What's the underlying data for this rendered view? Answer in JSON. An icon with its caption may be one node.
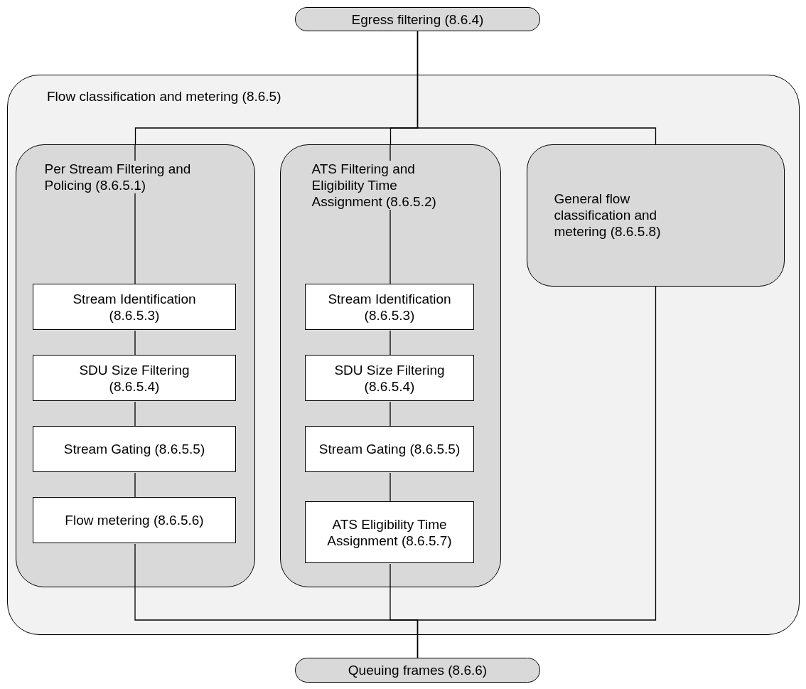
{
  "diagram": {
    "nodes": [
      {
        "text": [
          "Egress filtering (8.6.4)"
        ]
      },
      {
        "text": [
          "Flow classification and metering (8.6.5)"
        ]
      },
      {
        "text": [
          "Per Stream Filtering and Policing (8.6.5.1)"
        ],
        "in": 1
      },
      {
        "text": [
          "Stream Identification (8.6.5.3)"
        ],
        "in": 2
      },
      {
        "text": [
          "SDU Size Filtering (8.6.5.4)"
        ],
        "in": 2
      },
      {
        "text": [
          "Stream Gating (8.6.5.5)"
        ],
        "in": 2
      },
      {
        "text": [
          "Flow metering (8.6.5.6)"
        ],
        "in": 2
      },
      {
        "text": [
          "ATS Filtering and Eligibility Time Assignment (8.6.5.2)"
        ],
        "in": 1
      },
      {
        "text": [
          "Stream Identification (8.6.5.3)"
        ],
        "in": 7
      },
      {
        "text": [
          "SDU Size Filtering (8.6.5.4)"
        ],
        "in": 7
      },
      {
        "text": [
          "Stream Gating (8.6.5.5)"
        ],
        "in": 7
      },
      {
        "text": [
          "ATS Eligibility Time Assignment (8.6.5.7)"
        ],
        "in": 7
      },
      {
        "text": [
          "General flow classification and metering (8.6.5.8)"
        ],
        "in": 1
      },
      {
        "text": [
          "Queuing frames (8.6.6)"
        ]
      }
    ],
    "edges": [
      {
        "from": 0,
        "to": 2,
        "arrow": "none"
      },
      {
        "from": 0,
        "to": 7,
        "arrow": "none"
      },
      {
        "from": 0,
        "to": 12,
        "arrow": "none"
      },
      {
        "from": 2,
        "to": 3,
        "arrow": "none"
      },
      {
        "from": 3,
        "to": 4,
        "arrow": "none"
      },
      {
        "from": 4,
        "to": 5,
        "arrow": "none"
      },
      {
        "from": 5,
        "to": 6,
        "arrow": "none"
      },
      {
        "from": 7,
        "to": 8,
        "arrow": "none"
      },
      {
        "from": 8,
        "to": 9,
        "arrow": "none"
      },
      {
        "from": 9,
        "to": 10,
        "arrow": "none"
      },
      {
        "from": 10,
        "to": 11,
        "arrow": "none"
      },
      {
        "from": 6,
        "to": 13,
        "arrow": "none"
      },
      {
        "from": 11,
        "to": 13,
        "arrow": "none"
      },
      {
        "from": 12,
        "to": 13,
        "arrow": "none"
      }
    ]
  }
}
